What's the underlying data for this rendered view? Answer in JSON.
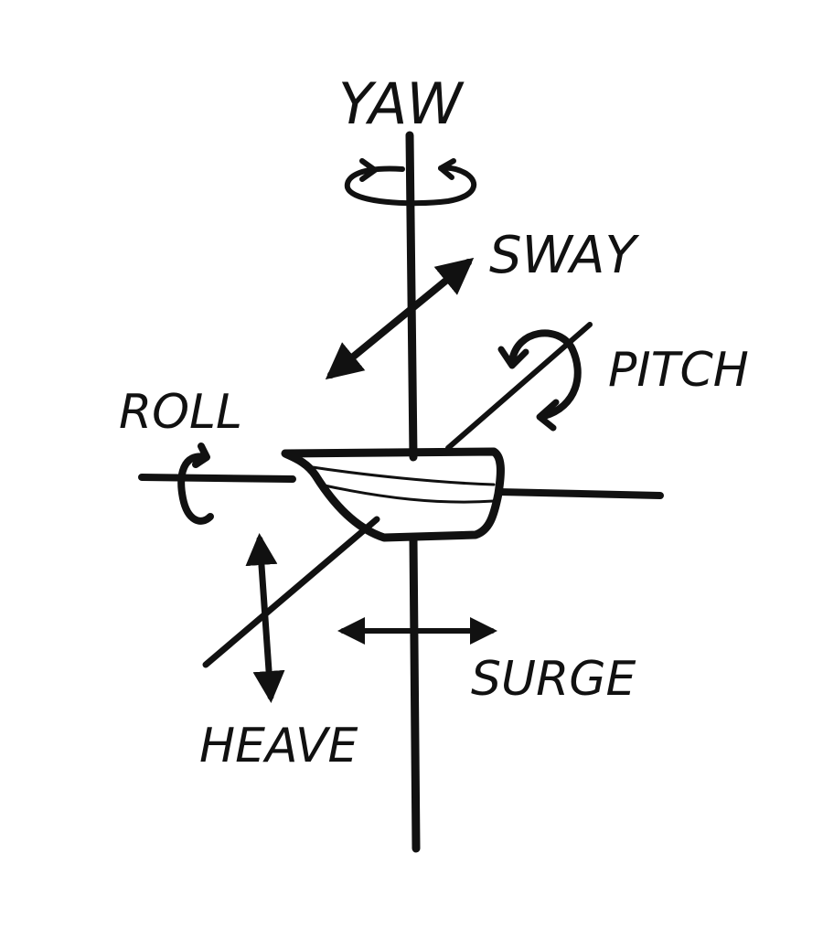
{
  "diagram": {
    "labels": {
      "yaw": "YAW",
      "sway": "SWAY",
      "pitch": "PITCH",
      "roll": "ROLL",
      "surge": "SURGE",
      "heave": "HEAVE"
    },
    "ink_color": "#111111",
    "background": "#ffffff"
  }
}
